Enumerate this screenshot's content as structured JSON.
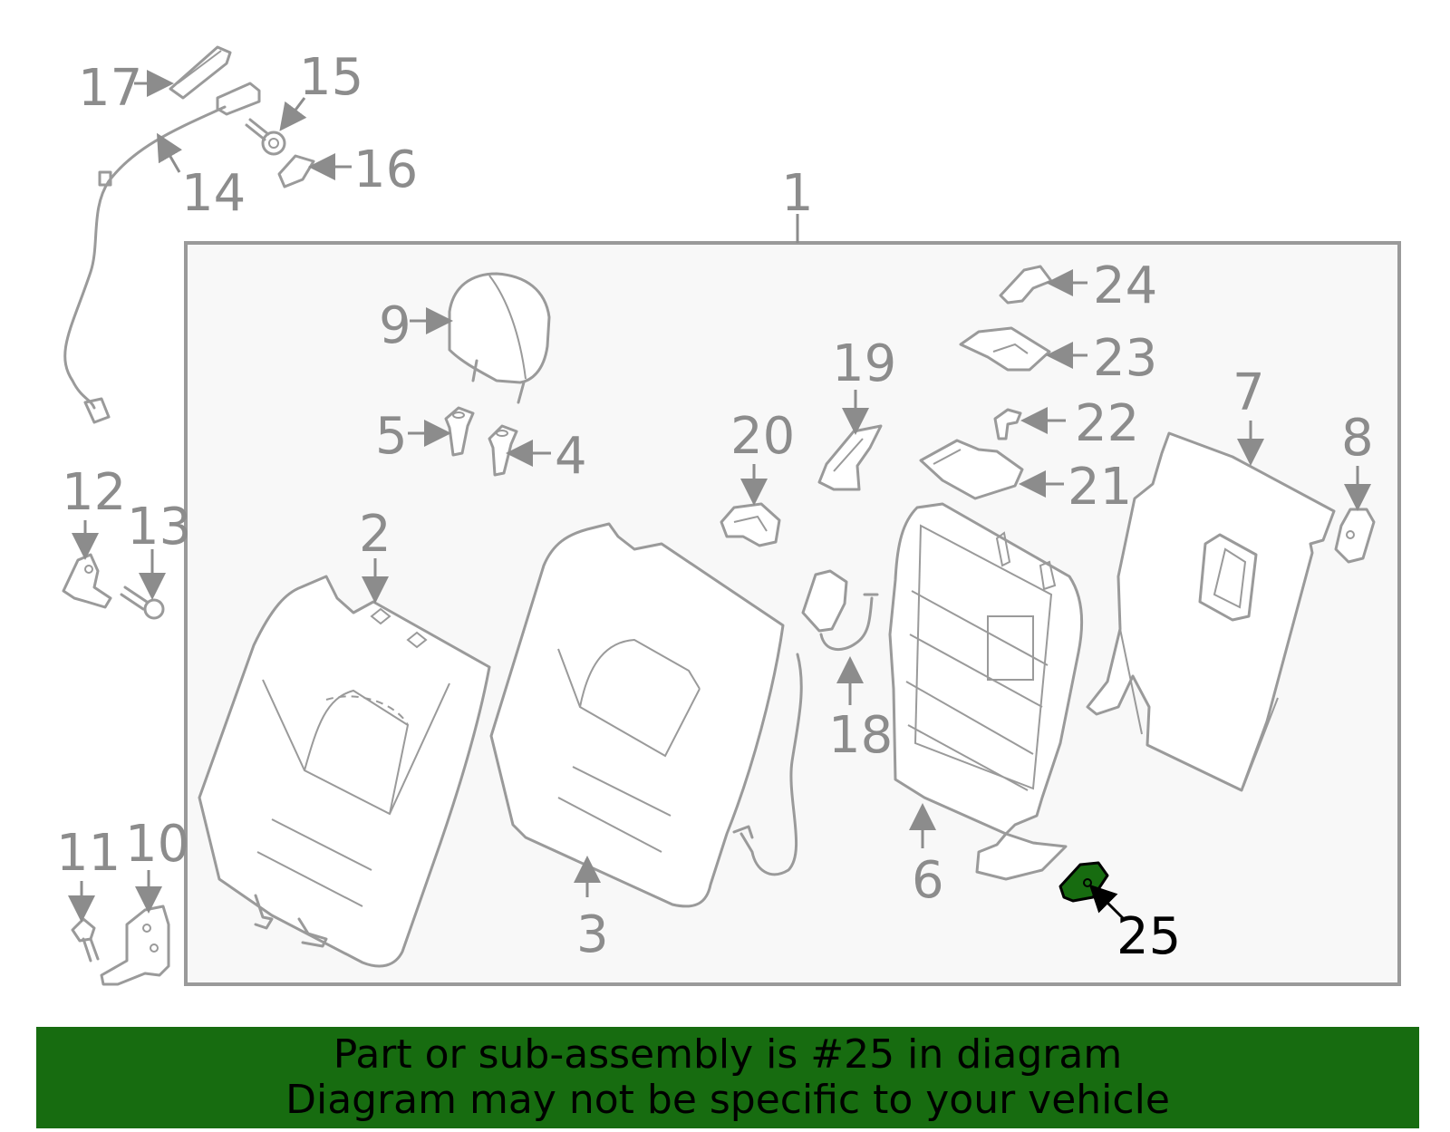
{
  "diagram": {
    "assembly_callout": "1",
    "highlighted_part": "25",
    "highlight_color": "#176c10",
    "frame_color": "#9a9a9a",
    "callouts": {
      "c1": "1",
      "c2": "2",
      "c3": "3",
      "c4": "4",
      "c5": "5",
      "c6": "6",
      "c7": "7",
      "c8": "8",
      "c9": "9",
      "c10": "10",
      "c11": "11",
      "c12": "12",
      "c13": "13",
      "c14": "14",
      "c15": "15",
      "c16": "16",
      "c17": "17",
      "c18": "18",
      "c19": "19",
      "c20": "20",
      "c21": "21",
      "c22": "22",
      "c23": "23",
      "c24": "24",
      "c25": "25"
    }
  },
  "banner": {
    "line1": "Part or sub-assembly is #25 in diagram",
    "line2": "Diagram may not be specific to your vehicle",
    "background": "#176c10"
  }
}
